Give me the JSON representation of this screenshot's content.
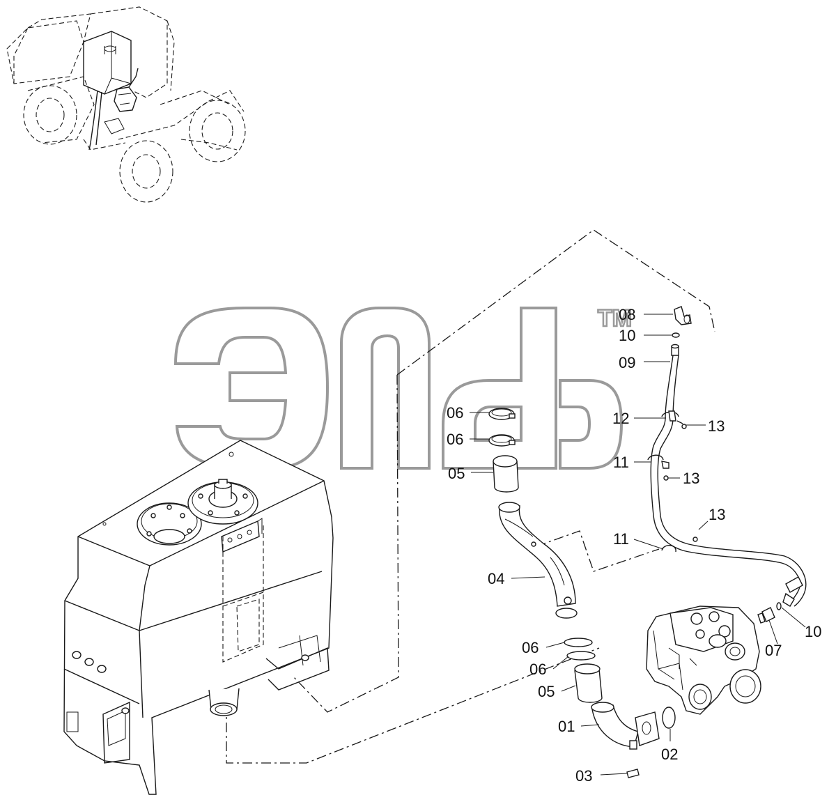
{
  "diagram": {
    "labels": [
      {
        "id": "08",
        "text": "08"
      },
      {
        "id": "10a",
        "text": "10"
      },
      {
        "id": "09",
        "text": "09"
      },
      {
        "id": "06a",
        "text": "06"
      },
      {
        "id": "06b",
        "text": "06"
      },
      {
        "id": "05a",
        "text": "05"
      },
      {
        "id": "12",
        "text": "12"
      },
      {
        "id": "13a",
        "text": "13"
      },
      {
        "id": "11a",
        "text": "11"
      },
      {
        "id": "13b",
        "text": "13"
      },
      {
        "id": "13c",
        "text": "13"
      },
      {
        "id": "11b",
        "text": "11"
      },
      {
        "id": "04",
        "text": "04"
      },
      {
        "id": "06c",
        "text": "06"
      },
      {
        "id": "06d",
        "text": "06"
      },
      {
        "id": "05b",
        "text": "05"
      },
      {
        "id": "01",
        "text": "01"
      },
      {
        "id": "02",
        "text": "02"
      },
      {
        "id": "03",
        "text": "03"
      },
      {
        "id": "07",
        "text": "07"
      },
      {
        "id": "10b",
        "text": "10"
      }
    ],
    "watermark": {
      "tm": "TM"
    },
    "colors": {
      "line": "#1a1a1a",
      "watermark": "#9a9a9a",
      "background": "#ffffff"
    }
  }
}
